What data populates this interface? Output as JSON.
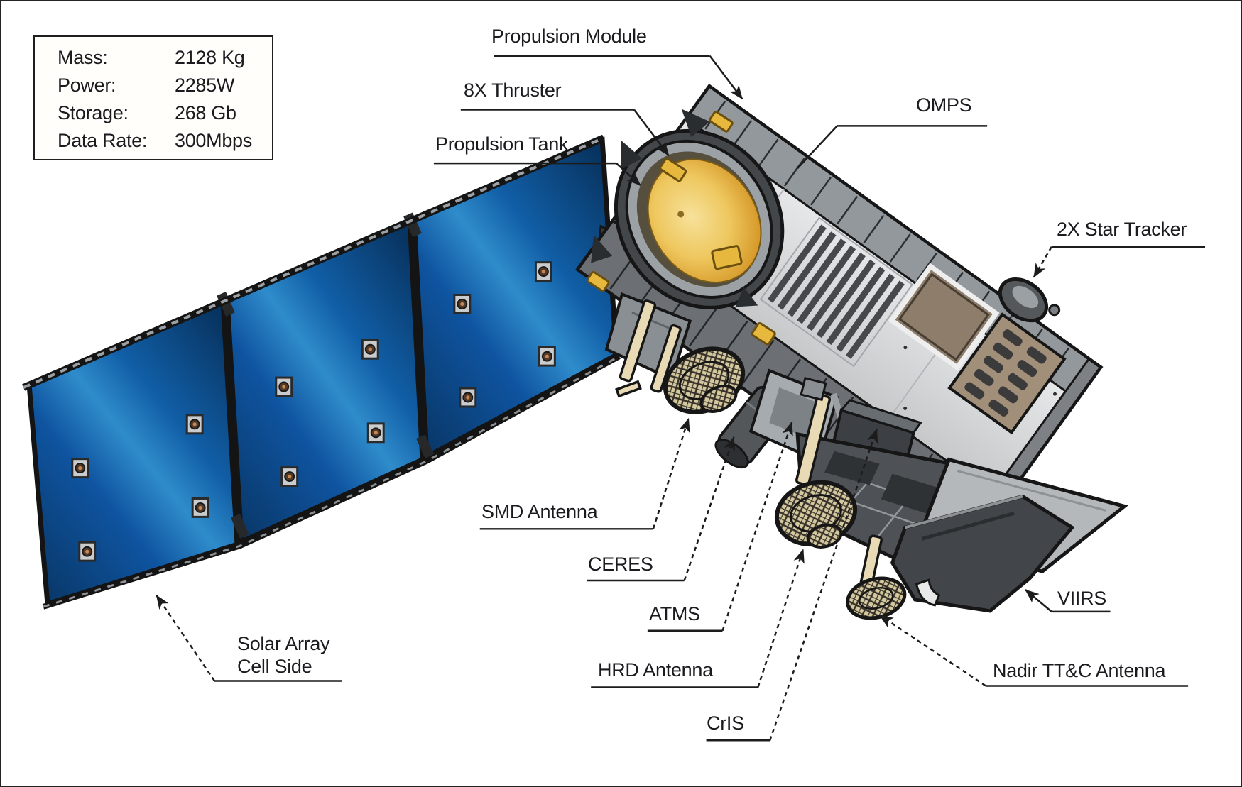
{
  "specs": {
    "rows": [
      {
        "label": "Mass:",
        "value": "2128 Kg"
      },
      {
        "label": "Power:",
        "value": "2285W"
      },
      {
        "label": "Storage:",
        "value": "268 Gb"
      },
      {
        "label": "Data Rate:",
        "value": "300Mbps"
      }
    ]
  },
  "labels": {
    "propulsion_module": "Propulsion Module",
    "thruster": "8X Thruster",
    "propulsion_tank": "Propulsion Tank",
    "omps": "OMPS",
    "star_tracker": "2X Star Tracker",
    "smd_antenna": "SMD Antenna",
    "ceres": "CERES",
    "atms": "ATMS",
    "hrd_antenna": "HRD Antenna",
    "cris": "CrIS",
    "viirs": "VIIRS",
    "nadir_ttc_antenna": "Nadir TT&C Antenna",
    "solar_array_line1": "Solar Array",
    "solar_array_line2": "Cell Side"
  },
  "colors": {
    "background": "#ffffff",
    "figure_border": "#232323",
    "leader_line": "#1c1c1c",
    "solar_panel_blue": "#1565a8",
    "solar_panel_blue_dark": "#083461",
    "solar_panel_blue_light": "#2f8ccb",
    "tank_gold": "#e3b045",
    "thruster_gold": "#e6b83e",
    "body_light_gray": "#dcddde",
    "body_mid_gray": "#93989c",
    "body_dark_gray": "#4e5256",
    "diffuser_brown": "#8e7d6b",
    "mesh_tan": "#d3c89e",
    "strut_cream": "#e8dab5"
  }
}
